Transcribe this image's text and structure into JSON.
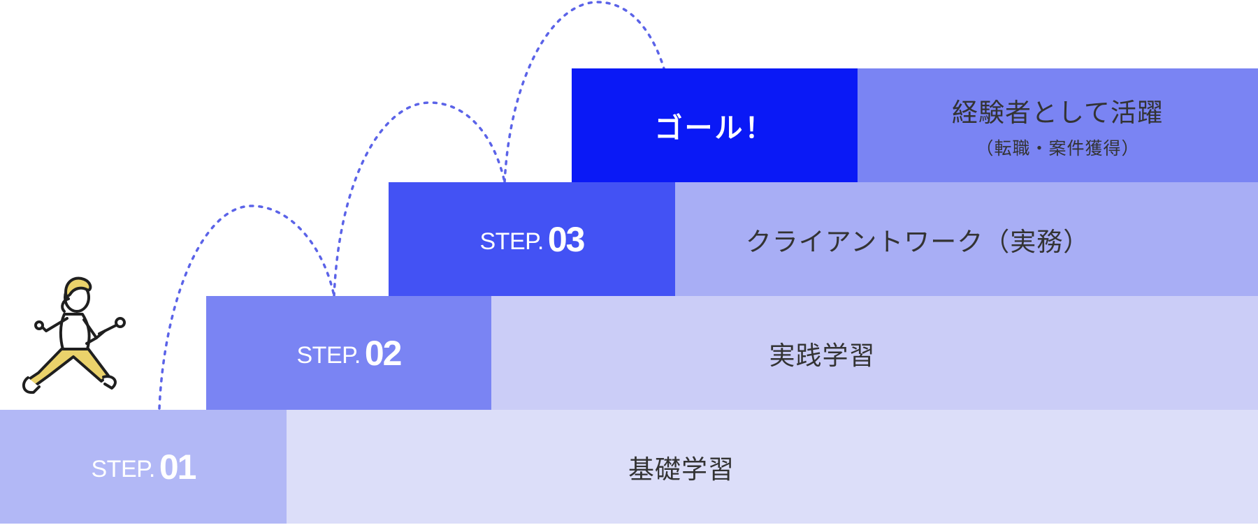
{
  "steps": [
    {
      "prefix": "STEP.",
      "number": "01",
      "label": "基礎学習"
    },
    {
      "prefix": "STEP.",
      "number": "02",
      "label": "実践学習"
    },
    {
      "prefix": "STEP.",
      "number": "03",
      "label": "クライアントワーク（実務）"
    }
  ],
  "goal": {
    "label": "ゴール！",
    "title": "経験者として活躍",
    "subtitle": "（転職・案件獲得）"
  },
  "colors": {
    "step1": "#b2b8f6",
    "step1_bg": "#dcdef9",
    "step2": "#7a84f3",
    "step2_bg": "#cbcdf7",
    "step3": "#4352f4",
    "step3_bg": "#a8aef5",
    "goal": "#0a19f6",
    "goal_bg": "#7a84f3",
    "arc": "#5b63e8",
    "runner_pants": "#ead26b"
  },
  "icons": {
    "runner": "running-person-icon",
    "path": "jump-arc-path"
  }
}
